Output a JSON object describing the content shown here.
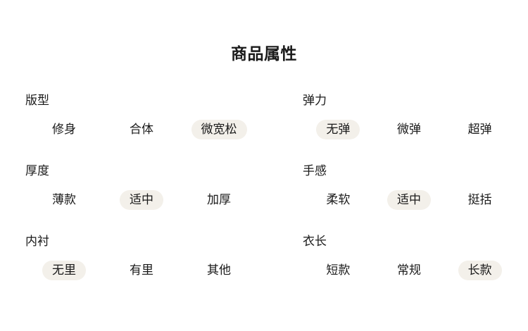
{
  "panel": {
    "title": "商品属性"
  },
  "attributes": {
    "left": [
      {
        "label": "版型",
        "options": [
          {
            "text": "修身",
            "selected": false
          },
          {
            "text": "合体",
            "selected": false
          },
          {
            "text": "微宽松",
            "selected": true
          }
        ]
      },
      {
        "label": "厚度",
        "options": [
          {
            "text": "薄款",
            "selected": false
          },
          {
            "text": "适中",
            "selected": true
          },
          {
            "text": "加厚",
            "selected": false
          }
        ]
      },
      {
        "label": "内衬",
        "options": [
          {
            "text": "无里",
            "selected": true
          },
          {
            "text": "有里",
            "selected": false
          },
          {
            "text": "其他",
            "selected": false
          }
        ]
      }
    ],
    "right": [
      {
        "label": "弹力",
        "options": [
          {
            "text": "无弹",
            "selected": true
          },
          {
            "text": "微弹",
            "selected": false
          },
          {
            "text": "超弹",
            "selected": false
          }
        ]
      },
      {
        "label": "手感",
        "options": [
          {
            "text": "柔软",
            "selected": false
          },
          {
            "text": "适中",
            "selected": true
          },
          {
            "text": "挺括",
            "selected": false
          }
        ]
      },
      {
        "label": "衣长",
        "options": [
          {
            "text": "短款",
            "selected": false
          },
          {
            "text": "常规",
            "selected": false
          },
          {
            "text": "长款",
            "selected": true
          }
        ]
      }
    ]
  },
  "colors": {
    "page_background": "#ffffff",
    "text": "#1a1a1a",
    "selected_pill_background": "#f3f0ea"
  }
}
